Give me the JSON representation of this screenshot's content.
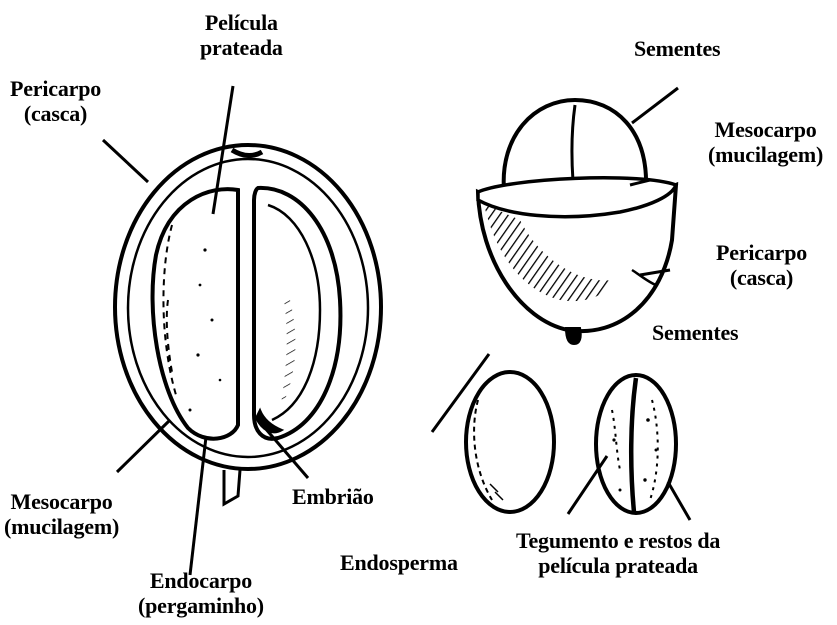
{
  "labels": {
    "pelicula_prateada": [
      "Película",
      "prateada"
    ],
    "pericarpo_left": [
      "Pericarpo",
      "(casca)"
    ],
    "sementes_top": "Sementes",
    "mesocarpo_right": [
      "Mesocarpo",
      "(mucilagem)"
    ],
    "pericarpo_right": [
      "Pericarpo",
      "(casca)"
    ],
    "sementes_mid": "Sementes",
    "mesocarpo_left": [
      "Mesocarpo",
      "(mucilagem)"
    ],
    "embriao": "Embrião",
    "endosperma": "Endosperma",
    "endocarpo": [
      "Endocarpo",
      "(pergaminho)"
    ],
    "tegumento": [
      "Tegumento e restos da",
      "película prateada"
    ]
  },
  "colors": {
    "ink": "#000000",
    "background": "#ffffff"
  }
}
